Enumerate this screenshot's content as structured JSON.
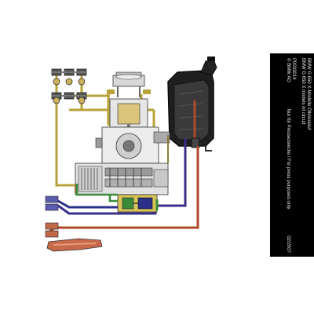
{
  "caption": {
    "line1": "BMW G 650 X-Modelle Ölkreislauf",
    "line2": "BMW G 650 X models oil circuit",
    "id": "P0033014",
    "copyright": "© BMW AG",
    "note": "Nur für Pressezwecke / For press purposes only",
    "date": "02/2007"
  },
  "colors": {
    "background": "#ffffff",
    "caption_bg": "#000000",
    "caption_text": "#e8e8e8",
    "oil_yellow": "#b8a23a",
    "oil_brown": "#7a5a2a",
    "pressure_red": "#b04a2a",
    "return_blue": "#2a2f8a",
    "suction_green": "#3a8a3a",
    "engine_grey": "#8c8c8c",
    "tank_black": "#1e1e1e"
  }
}
